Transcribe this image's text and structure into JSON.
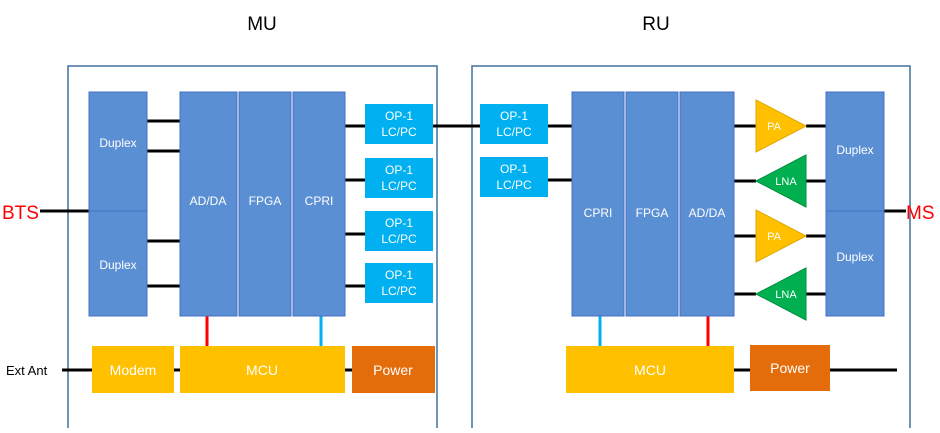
{
  "diagram": {
    "mu_title": "MU",
    "ru_title": "RU",
    "bts_label": "BTS",
    "ms_label": "MS",
    "ext_ant_label": "Ext Ant",
    "colors": {
      "block_blue": "#5B8FD4",
      "block_border": "#4472C4",
      "op_cyan": "#00B0F0",
      "mcu_yellow": "#FFC000",
      "power_orange": "#E46C0A",
      "lna_green": "#00B050",
      "red_line": "#FF0000",
      "cyan_line": "#00B0F0",
      "frame_border": "#41719C",
      "label_red": "#FF0000"
    },
    "mu": {
      "duplex_top": "Duplex",
      "duplex_bottom": "Duplex",
      "adda": "AD/DA",
      "fpga": "FPGA",
      "cpri": "CPRI",
      "op_modules": [
        {
          "line1": "OP-1",
          "line2": "LC/PC"
        },
        {
          "line1": "OP-1",
          "line2": "LC/PC"
        },
        {
          "line1": "OP-1",
          "line2": "LC/PC"
        },
        {
          "line1": "OP-1",
          "line2": "LC/PC"
        }
      ],
      "modem": "Modem",
      "mcu": "MCU",
      "power": "Power"
    },
    "ru": {
      "op_modules": [
        {
          "line1": "OP-1",
          "line2": "LC/PC"
        },
        {
          "line1": "OP-1",
          "line2": "LC/PC"
        }
      ],
      "cpri": "CPRI",
      "fpga": "FPGA",
      "adda": "AD/DA",
      "amplifiers": [
        "PA",
        "LNA",
        "PA",
        "LNA"
      ],
      "duplex_top": "Duplex",
      "duplex_bottom": "Duplex",
      "mcu": "MCU",
      "power": "Power"
    }
  }
}
